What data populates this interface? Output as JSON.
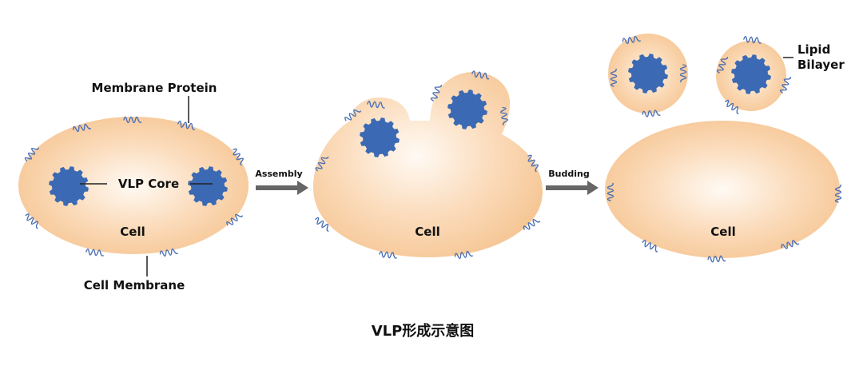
{
  "title": "VLP形成示意图",
  "labels": {
    "membrane_protein": "Membrane Protein",
    "vlp_core": "VLP Core",
    "cell": "Cell",
    "cell_membrane": "Cell Membrane",
    "lipid_bilayer_line1": "Lipid",
    "lipid_bilayer_line2": "Bilayer"
  },
  "steps": [
    {
      "label": "Assembly"
    },
    {
      "label": "Budding"
    }
  ],
  "colors": {
    "cell_fill_edge": "#f6c796",
    "cell_fill_center": "#fffaf4",
    "core": "#3b69b3",
    "protein": "#4a6fb5",
    "arrow": "#666666",
    "text": "#111111"
  }
}
